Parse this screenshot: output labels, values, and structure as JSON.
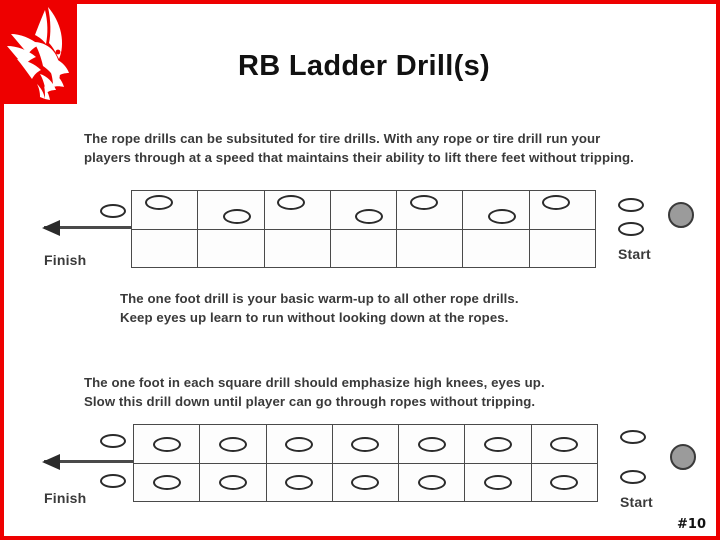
{
  "slide": {
    "title": "RB Ladder Drill(s)",
    "page_number": "#10",
    "border_color": "#ee0000",
    "logo": {
      "name": "eagle-logo",
      "background_color": "#ee0000",
      "mark_color": "#ffffff"
    }
  },
  "paragraphs": {
    "p1": "The rope drills can be subsituted for tire drills.  With any rope or tire drill run your players through at a speed that maintains their ability to lift there feet without tripping.",
    "p2": "The one foot drill is your basic warm-up to all other rope drills.\nKeep eyes up learn to run without looking down at the ropes.",
    "p3": "The one foot in each square drill should emphasize high knees, eyes up.\nSlow this drill down until player can go through ropes without tripping."
  },
  "diagrams": [
    {
      "id": "one-foot-drill",
      "finish_label": "Finish",
      "start_label": "Start",
      "cells": 7,
      "rows": 2,
      "foot_pattern": "alternating-top-row",
      "finish_ovals": 1,
      "start_ovals": 2,
      "ball_color": "#9b9b9b",
      "line_color": "#4a4a4a"
    },
    {
      "id": "one-foot-each-square-drill",
      "finish_label": "Finish",
      "start_label": "Start",
      "cells": 7,
      "rows": 2,
      "foot_pattern": "centered-both-rows",
      "finish_ovals": 2,
      "start_ovals": 2,
      "ball_color": "#9b9b9b",
      "line_color": "#4a4a4a"
    }
  ]
}
